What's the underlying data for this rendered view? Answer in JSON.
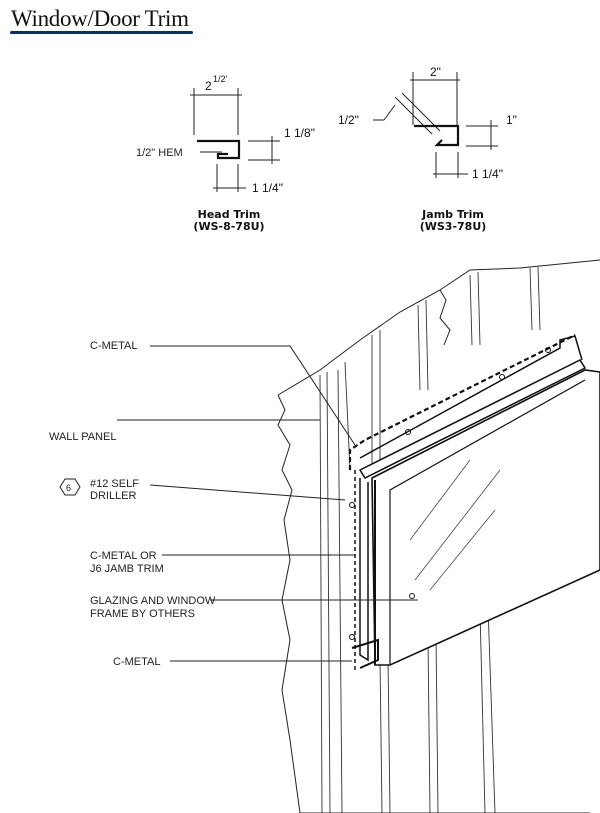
{
  "header": {
    "title": "Window/Door Trim",
    "accent_color": "#0d2f63"
  },
  "head_trim": {
    "width_label": "2",
    "width_fraction": "1/2'",
    "height_label": "1 1/8\"",
    "hem_label": "1/2\" HEM",
    "return_label": "1 1/4\"",
    "caption_name": "Head Trim",
    "caption_code": "(WS-8-78U)"
  },
  "jamb_trim": {
    "width_label": "2\"",
    "flange_label": "1/2\"",
    "height_label": "1\"",
    "return_label": "1  1/4\"",
    "caption_name": "Jamb Trim",
    "caption_code": "(WS3-78U)"
  },
  "callouts": {
    "c_metal_top": "C-METAL",
    "wall_panel": "WALL PANEL",
    "fastener_tag": "6",
    "fastener_line1": "#12 SELF",
    "fastener_line2": "DRILLER",
    "jamb_line1": "C-METAL OR",
    "jamb_line2": "J6 JAMB TRIM",
    "glazing_line1": "GLAZING AND WINDOW",
    "glazing_line2": "FRAME BY OTHERS",
    "c_metal_bottom": "C-METAL"
  }
}
